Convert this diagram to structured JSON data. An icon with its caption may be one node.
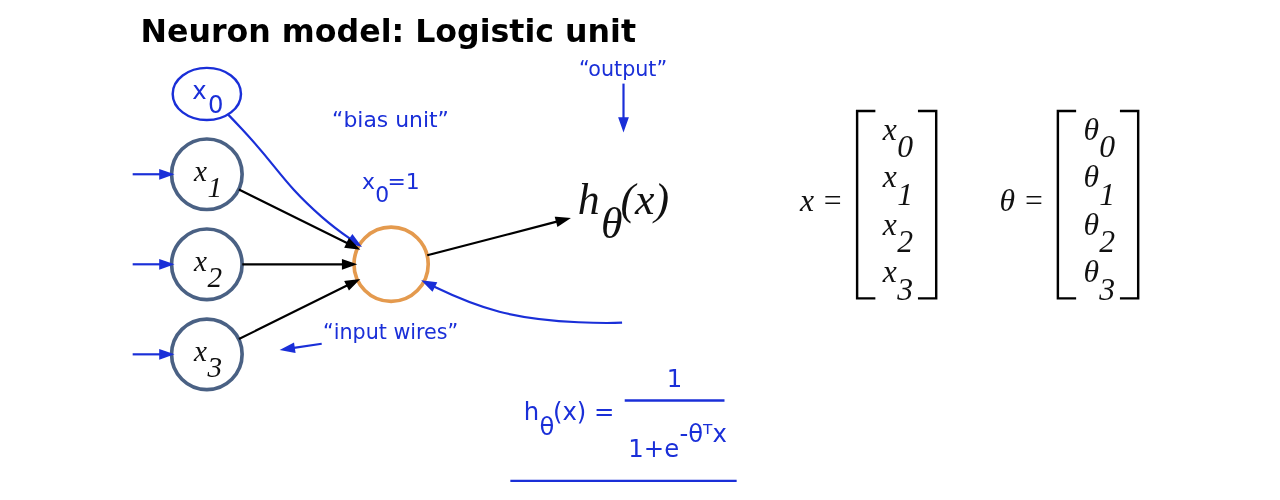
{
  "diagram": {
    "title": "Neuron model: Logistic unit",
    "nodes": [
      {
        "text": [
          "x$_{0}$"
        ]
      },
      {
        "text": [
          "x$_{1}$"
        ]
      },
      {
        "text": [
          "x$_{2}$"
        ]
      },
      {
        "text": [
          "x$_{3}$"
        ]
      },
      {
        "text": [],
        "shape": "circle"
      },
      {
        "text": [
          "h$_{θ}$(x)"
        ]
      },
      {
        "text": [
          "“output”"
        ]
      },
      {
        "text": [
          "“input wires”"
        ]
      }
    ],
    "edges": [
      {
        "from": 0,
        "to": 4,
        "arrow": "to"
      },
      {
        "from": 1,
        "to": 4,
        "arrow": "to",
        "color": "#000000"
      },
      {
        "from": 2,
        "to": 4,
        "arrow": "to",
        "color": "#000000"
      },
      {
        "from": 3,
        "to": 4,
        "arrow": "to",
        "color": "#000000"
      },
      {
        "from": 4,
        "to": 5,
        "arrow": "to",
        "color": "#000000"
      },
      {
        "from": null,
        "to": 1,
        "arrow": "to"
      },
      {
        "from": null,
        "to": 2,
        "arrow": "to"
      },
      {
        "from": null,
        "to": 3,
        "arrow": "to"
      },
      {
        "from": 6,
        "to": null,
        "arrow": "to"
      },
      {
        "from": 7,
        "to": null,
        "arrow": "to"
      },
      {
        "from": null,
        "to": 4,
        "arrow": "to"
      }
    ],
    "labels": [
      "“bias unit”",
      "x$_{0}$=1",
      "x =",
      "x$_{0}$",
      "x$_{1}$",
      "x$_{2}$",
      "x$_{3}$",
      "θ =",
      "θ$_{0}$",
      "θ$_{1}$",
      "θ$_{2}$",
      "θ$_{3}$",
      "h$_{θ}$(x) =",
      "1",
      "1+e$^{-θᵀx}$"
    ]
  }
}
